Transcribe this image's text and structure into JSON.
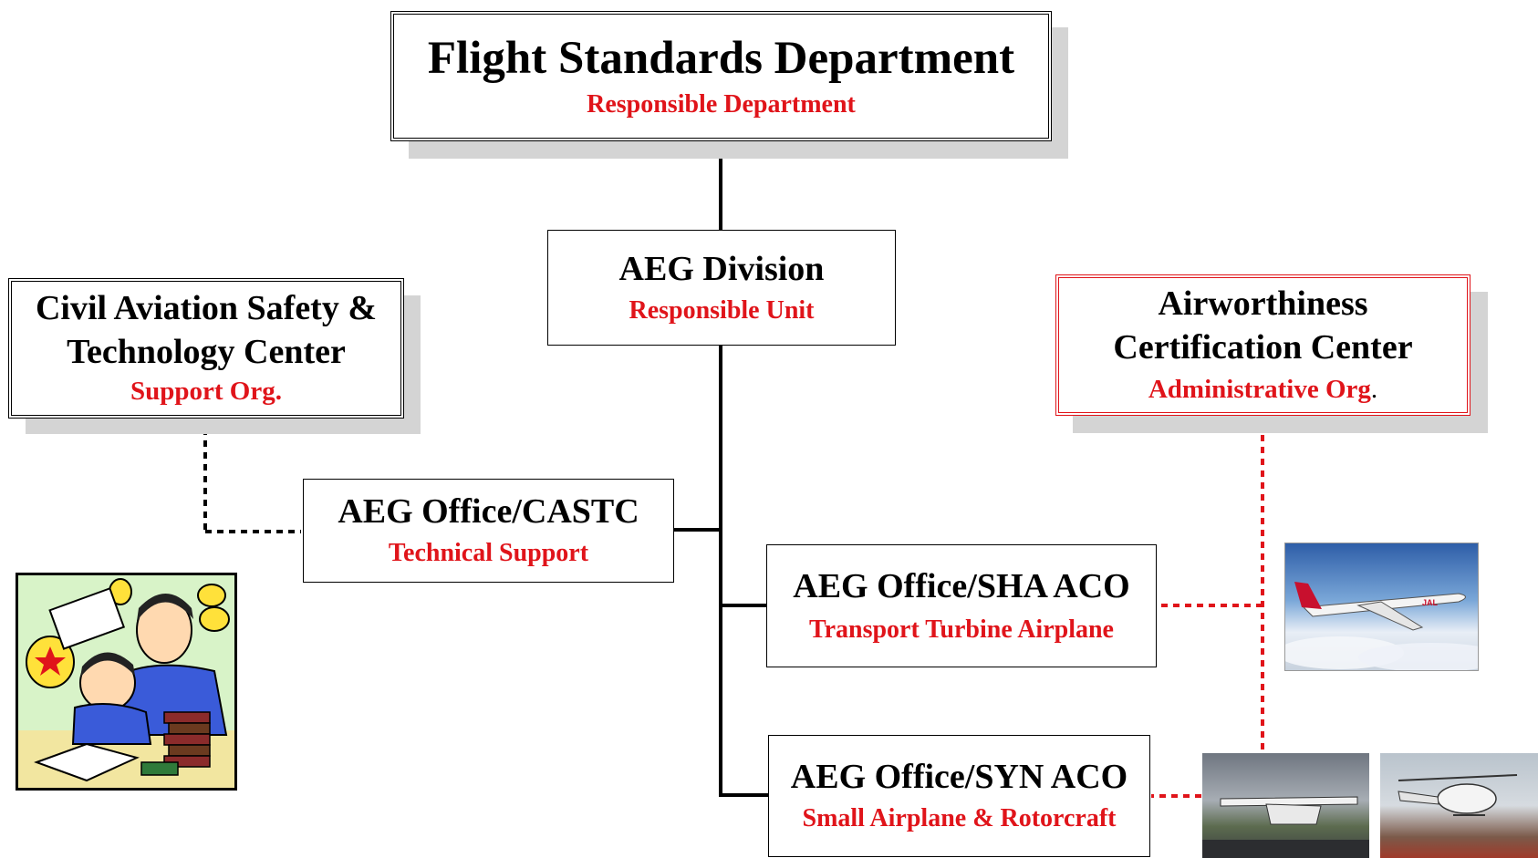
{
  "colors": {
    "line_black": "#000000",
    "accent_red": "#e0141a",
    "shadow_gray": "#d4d4d4"
  },
  "nodes": {
    "flight_standards": {
      "title": "Flight Standards Department",
      "subtitle": "Responsible Department"
    },
    "aeg_division": {
      "title": "AEG Division",
      "subtitle": "Responsible Unit"
    },
    "castc": {
      "title_line1": "Civil Aviation Safety &",
      "title_line2": "Technology Center",
      "subtitle": "Support Org."
    },
    "acc": {
      "title_line1": "Airworthiness",
      "title_line2": "Certification Center",
      "subtitle": "Administrative Org",
      "subtitle_suffix": "."
    },
    "office_castc": {
      "title": "AEG Office/CASTC",
      "subtitle": "Technical Support"
    },
    "office_sha": {
      "title": "AEG Office/SHA ACO",
      "subtitle": "Transport Turbine Airplane"
    },
    "office_syn": {
      "title": "AEG Office/SYN ACO",
      "subtitle": "Small Airplane & Rotorcraft"
    }
  },
  "images": {
    "study_clipart": "study-clipart",
    "transport_airplane_photo": "transport-airplane-photo",
    "small_airplane_photo": "small-airplane-photo",
    "helicopter_photo": "helicopter-photo"
  }
}
